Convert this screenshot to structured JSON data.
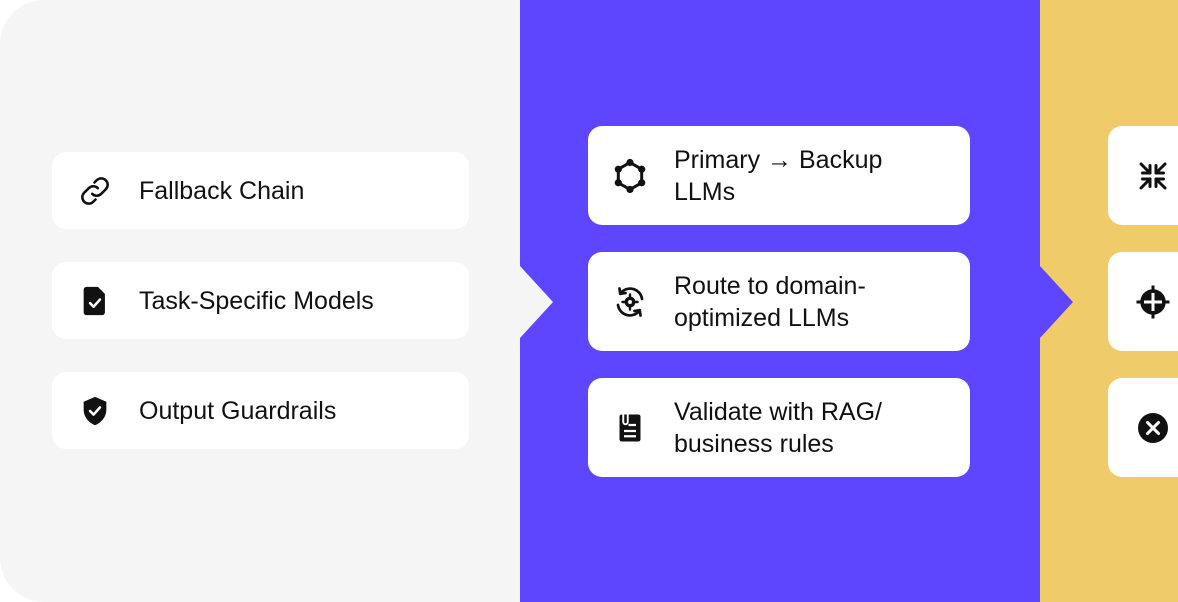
{
  "colors": {
    "panel_left": "#f5f5f5",
    "panel_middle": "#5e45ff",
    "panel_right": "#f0cb6a",
    "card": "#ffffff",
    "text": "#111111"
  },
  "strategies": [
    {
      "label": "Fallback Chain",
      "icon": "link-icon"
    },
    {
      "label": "Task-Specific Models",
      "icon": "document-check-icon"
    },
    {
      "label": "Output Guardrails",
      "icon": "shield-check-icon"
    }
  ],
  "actions": [
    {
      "label": "Primary → Backup LLMs",
      "icon": "network-icon"
    },
    {
      "label": "Route to domain-optimized LLMs",
      "icon": "refresh-gear-icon"
    },
    {
      "label": "Validate with RAG/ business rules",
      "icon": "clipboard-attachment-icon"
    }
  ],
  "outcomes": [
    {
      "icon": "collapse-arrows-icon"
    },
    {
      "icon": "crosshair-icon"
    },
    {
      "icon": "close-circle-icon"
    }
  ]
}
